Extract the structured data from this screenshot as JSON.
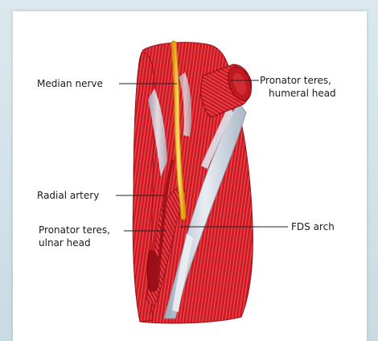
{
  "labels": {
    "median_nerve": "Median nerve",
    "pronator_teres_humeral_line1": "Pronator teres,",
    "pronator_teres_humeral_line2": "humeral head",
    "radial_artery": "Radial artery",
    "pronator_teres_ulnar_line1": "Pronator teres,",
    "pronator_teres_ulnar_line2": "ulnar head",
    "fds_arch": "FDS arch"
  },
  "colors": {
    "muscle": "#d8202a",
    "muscle_dark": "#a8141c",
    "tendon": "#c9d3e0",
    "nerve": "#f7c233",
    "leader_line": "#222222"
  },
  "icons": [
    "forearm-anatomy-illustration"
  ]
}
